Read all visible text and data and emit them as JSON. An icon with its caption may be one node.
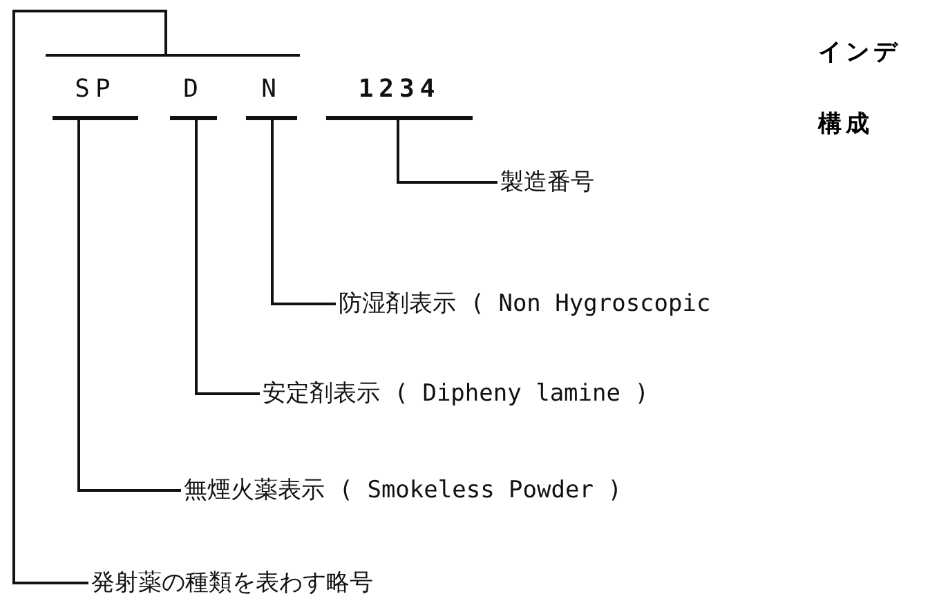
{
  "diagram": {
    "nodes": [
      {
        "text": [],
        "shape": "bar"
      },
      {
        "text": [
          "SP"
        ]
      },
      {
        "text": [
          "D"
        ]
      },
      {
        "text": [
          "N"
        ]
      },
      {
        "text": [
          "1234"
        ]
      },
      {
        "text": [
          "製造番号"
        ]
      },
      {
        "text": [
          "防湿剤表示 ( Non Hygroscopic"
        ]
      },
      {
        "text": [
          "安定剤表示 ( Dipheny lamine )"
        ]
      },
      {
        "text": [
          "無煙火薬表示 ( Smokeless Powder )"
        ]
      },
      {
        "text": [
          "発射薬の種類を表わす略号"
        ]
      }
    ],
    "edges": [
      {
        "from": 4,
        "to": 5,
        "arrow": "none"
      },
      {
        "from": 3,
        "to": 6,
        "arrow": "none"
      },
      {
        "from": 2,
        "to": 7,
        "arrow": "none"
      },
      {
        "from": 1,
        "to": 8,
        "arrow": "none"
      },
      {
        "from": 0,
        "to": 9,
        "arrow": "none"
      }
    ],
    "labels": [
      "インデ",
      "構成"
    ]
  }
}
